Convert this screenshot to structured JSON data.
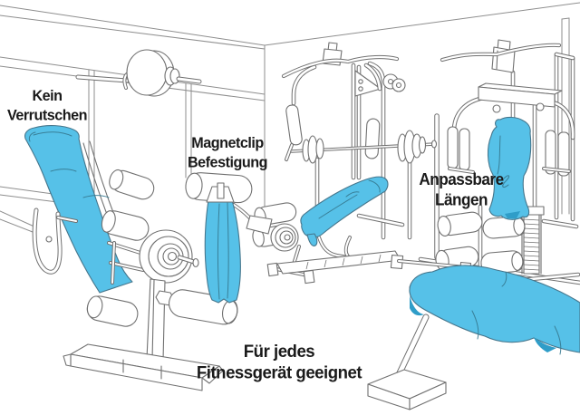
{
  "illustration": {
    "description_role": "gym line-art with towels",
    "colors": {
      "towel": "#56c1e8",
      "towel_shade": "#2f9dc8",
      "outline": "#707070",
      "label_text": "#1a1a1a",
      "bg": "#ffffff"
    },
    "labels": {
      "no_slipping": {
        "line1": "Kein",
        "line2": "Verrutschen"
      },
      "magnet_clip": {
        "line1": "Magnetclip",
        "line2": "Befestigung"
      },
      "adjustable_lengths": {
        "line1": "Anpassbare",
        "line2": "Längen"
      },
      "universal_fit": {
        "line1": "Für jedes",
        "line2": "Fitnessgerät geeignet"
      }
    }
  }
}
